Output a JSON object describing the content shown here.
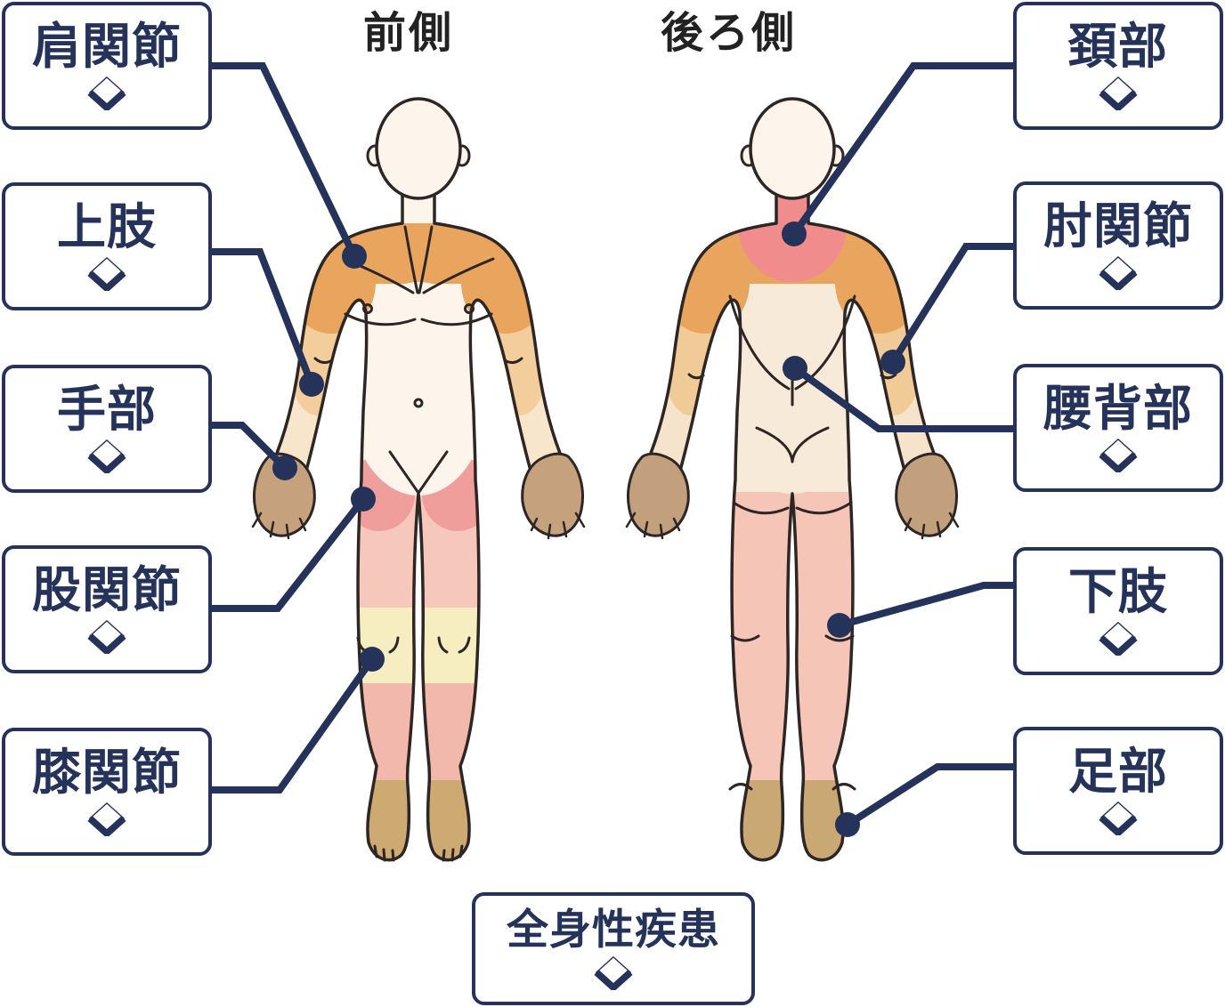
{
  "titles": {
    "front": "前側",
    "back": "後ろ側"
  },
  "labels": {
    "left": [
      {
        "text": "肩関節"
      },
      {
        "text": "上肢"
      },
      {
        "text": "手部"
      },
      {
        "text": "股関節"
      },
      {
        "text": "膝関節"
      }
    ],
    "right": [
      {
        "text": "頚部"
      },
      {
        "text": "肘関節"
      },
      {
        "text": "腰背部"
      },
      {
        "text": "下肢"
      },
      {
        "text": "足部"
      }
    ],
    "bottom": {
      "text": "全身性疾患"
    }
  },
  "colors": {
    "accent_navy": "#25335b",
    "outline": "#2d2624",
    "skin_front": "#fdf4ec",
    "skin_back": "#f8ead9",
    "shoulder_orange": "#e9a45d",
    "upper_arm_orange": "#f3cd9b",
    "hand_tan": "#c6a17d",
    "hip_pink": "#ef9e9c",
    "thigh_pink": "#f6c8bb",
    "knee_yellow": "#f6eec0",
    "shin_pink": "#f2b8ab",
    "foot_tan": "#cdaa71",
    "neck_red": "#f18c8c",
    "back_leg_pink": "#f5c6b8"
  }
}
